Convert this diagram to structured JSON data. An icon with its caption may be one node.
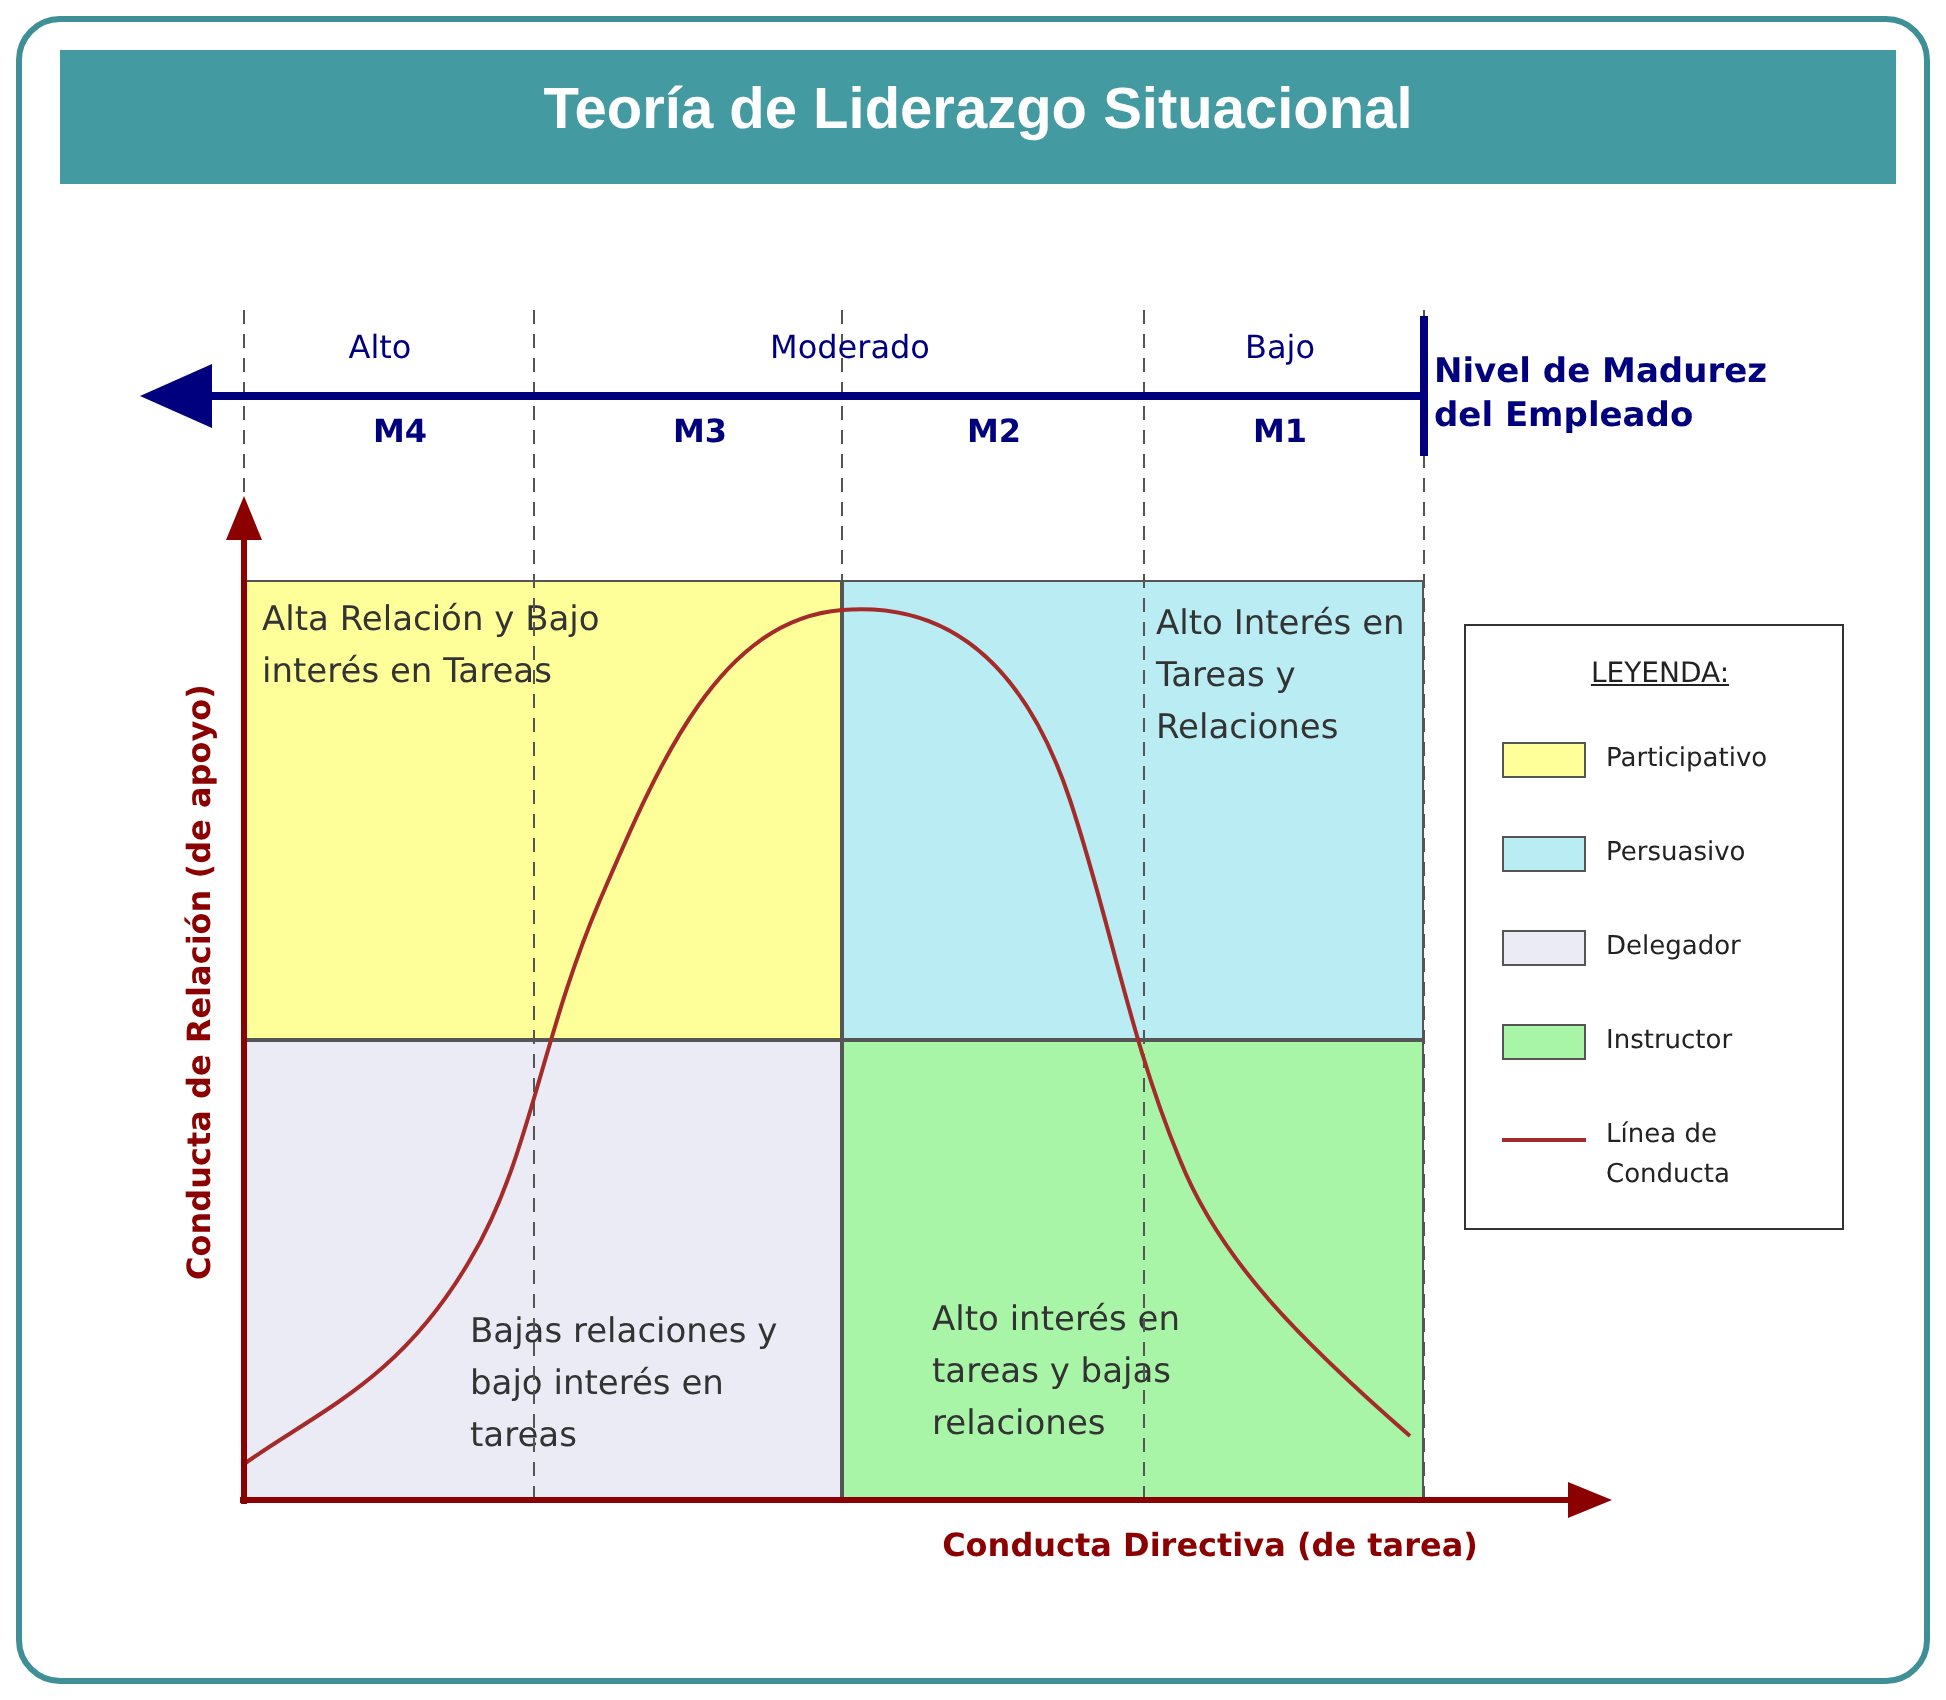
{
  "diagram": {
    "title": "Teoría de Liderazgo Situacional",
    "nodes": [
      {
        "text": [
          "Alta Relación y Bajo interés en Tareas"
        ]
      },
      {
        "text": [
          "Alto Interés en Tareas y Relaciones"
        ]
      },
      {
        "text": [
          "Bajas relaciones y bajo interés en tareas"
        ]
      },
      {
        "text": [
          "Alto interés en tareas y bajas relaciones"
        ]
      }
    ],
    "labels": [
      "Alto",
      "Moderado",
      "Bajo",
      "Nivel de Madurez del Empleado",
      "M4",
      "M3",
      "M2",
      "M1",
      "Conducta de Relación (de apoyo)",
      "Conducta Directiva (de tarea)",
      "LEYENDA:"
    ],
    "legend": [
      {
        "text": "Participativo",
        "color": "#ffff99"
      },
      {
        "text": "Persuasivo",
        "color": "#b9ecf3"
      },
      {
        "text": "Delegador",
        "color": "#ebebf5"
      },
      {
        "text": "Instructor",
        "color": "#a8f5a8"
      },
      {
        "text": "Línea de Conducta"
      }
    ]
  }
}
